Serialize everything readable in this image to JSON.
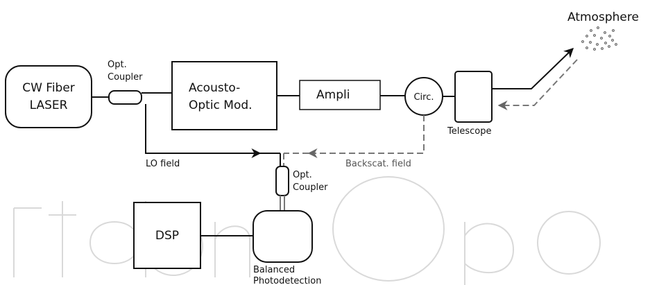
{
  "labels": {
    "laser_line1": "CW Fiber",
    "laser_line2": "LASER",
    "coupler1_line1": "Opt.",
    "coupler1_line2": "Coupler",
    "aom_line1": "Acousto-",
    "aom_line2": "Optic Mod.",
    "ampli": "Ampli",
    "circ": "Circ.",
    "telescope": "Telescope",
    "atmosphere": "Atmosphere",
    "lo_field": "LO field",
    "backscat_field": "Backscat. field",
    "coupler2_line1": "Opt.",
    "coupler2_line2": "Coupler",
    "dsp": "DSP",
    "photodet_line1": "Balanced",
    "photodet_line2": "Photodetection"
  },
  "colors": {
    "line": "#111111",
    "backscatter": "#777777",
    "watermark": "#d9d9d9"
  }
}
